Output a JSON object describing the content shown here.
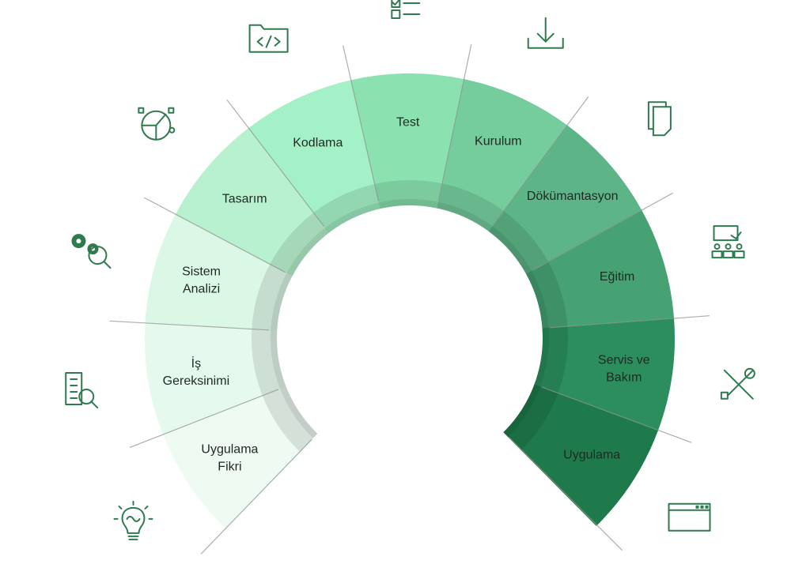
{
  "diagram": {
    "segments": [
      {
        "id": "uygulama-fikri",
        "lines": [
          "Uygulama",
          "Fikri"
        ],
        "color": "#eefaf2",
        "icon": "lightbulb-icon"
      },
      {
        "id": "is-gereksinimi",
        "lines": [
          "İş",
          "Gereksinimi"
        ],
        "color": "#e6f9ee",
        "icon": "building-search-icon"
      },
      {
        "id": "sistem-analizi",
        "lines": [
          "Sistem",
          "Analizi"
        ],
        "color": "#dbf7e6",
        "icon": "gears-search-icon"
      },
      {
        "id": "tasarim",
        "lines": [
          "Tasarım"
        ],
        "color": "#b8f1cf",
        "icon": "design-tool-icon"
      },
      {
        "id": "kodlama",
        "lines": [
          "Kodlama"
        ],
        "color": "#a4f0c7",
        "icon": "code-folder-icon"
      },
      {
        "id": "test",
        "lines": [
          "Test"
        ],
        "color": "#8be2b0",
        "icon": "checklist-icon"
      },
      {
        "id": "kurulum",
        "lines": [
          "Kurulum"
        ],
        "color": "#75cc9c",
        "icon": "download-icon"
      },
      {
        "id": "dokumantasyon",
        "lines": [
          "Dökümantasyon"
        ],
        "color": "#5cb487",
        "icon": "documents-icon"
      },
      {
        "id": "egitim",
        "lines": [
          "Eğitim"
        ],
        "color": "#46a273",
        "icon": "presentation-icon"
      },
      {
        "id": "servis-bakim",
        "lines": [
          "Servis ve",
          "Bakım"
        ],
        "color": "#2b8e5c",
        "icon": "tools-icon"
      },
      {
        "id": "uygulama",
        "lines": [
          "Uygulama"
        ],
        "color": "#1f7a4b",
        "icon": "app-window-icon"
      }
    ],
    "colors": {
      "icon": "#2f7a4f",
      "text": "#1f2a24",
      "separator": "#8c968f"
    }
  }
}
